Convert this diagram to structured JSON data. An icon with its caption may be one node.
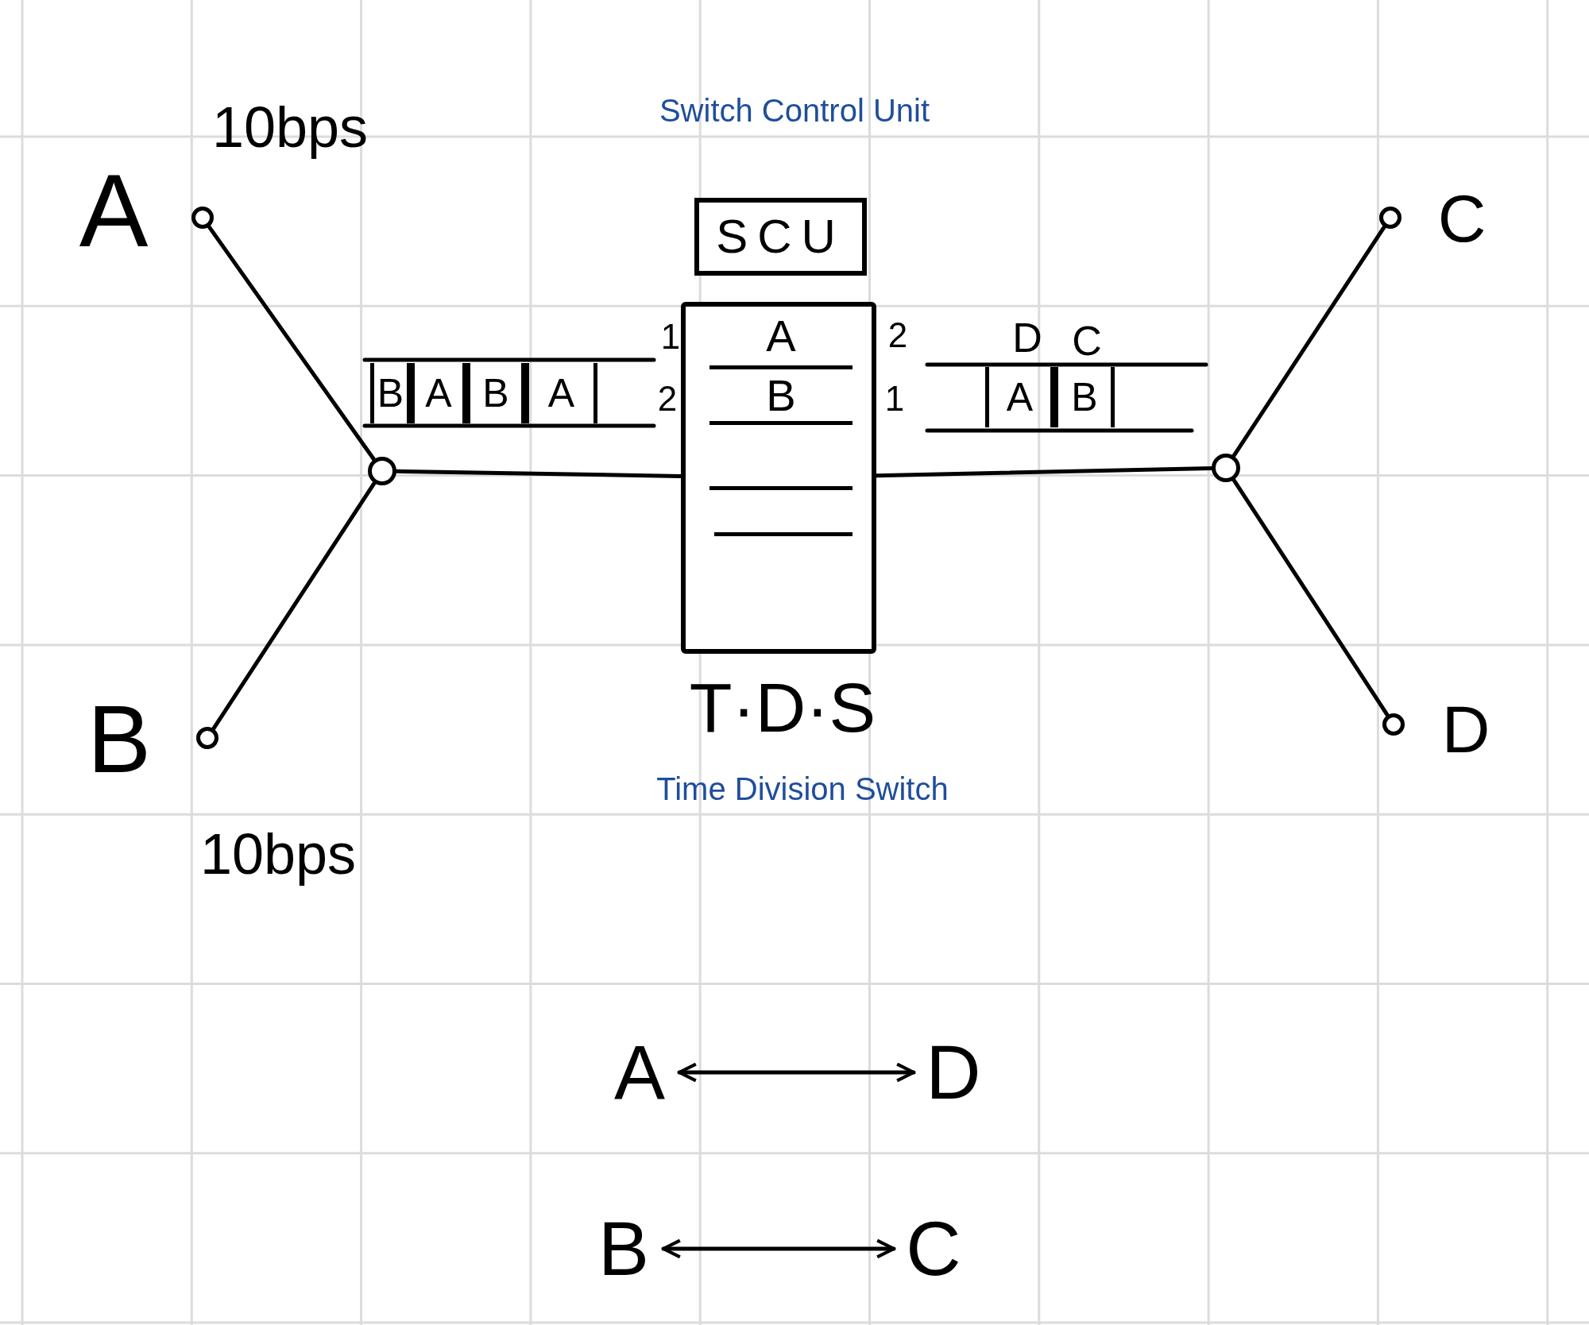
{
  "diagram": {
    "nodes": [
      {
        "text": [],
        "shape": "circle",
        "beside": [
          "A",
          "10bps"
        ]
      },
      {
        "text": [],
        "shape": "circle",
        "beside": [
          "B",
          "10bps"
        ]
      },
      {
        "text": [],
        "shape": "circle"
      },
      {
        "text": [
          "SCU"
        ],
        "beside": [
          "Switch Control Unit"
        ]
      },
      {
        "text": [
          "A",
          "B"
        ],
        "beside": [
          "T·D·S",
          "Time Division Switch"
        ]
      },
      {
        "text": [],
        "shape": "circle"
      },
      {
        "text": [],
        "shape": "circle",
        "beside": [
          "C"
        ]
      },
      {
        "text": [],
        "shape": "circle",
        "beside": [
          "D"
        ]
      },
      {
        "text": [
          "A"
        ]
      },
      {
        "text": [
          "D"
        ]
      },
      {
        "text": [
          "B"
        ]
      },
      {
        "text": [
          "C"
        ]
      }
    ],
    "edges": [
      {
        "from": 0,
        "to": 2,
        "arrow": "none"
      },
      {
        "from": 1,
        "to": 2,
        "arrow": "none"
      },
      {
        "from": 2,
        "to": 4,
        "arrow": "none"
      },
      {
        "from": 4,
        "to": 5,
        "arrow": "none"
      },
      {
        "from": 5,
        "to": 6,
        "arrow": "none"
      },
      {
        "from": 5,
        "to": 7,
        "arrow": "none"
      },
      {
        "from": 8,
        "to": 9,
        "arrow": "both"
      },
      {
        "from": 10,
        "to": 11,
        "arrow": "both"
      }
    ],
    "labels": [
      "B",
      "A",
      "B",
      "A",
      "1",
      "2",
      "2",
      "1",
      "D",
      "C",
      "A",
      "B"
    ]
  }
}
